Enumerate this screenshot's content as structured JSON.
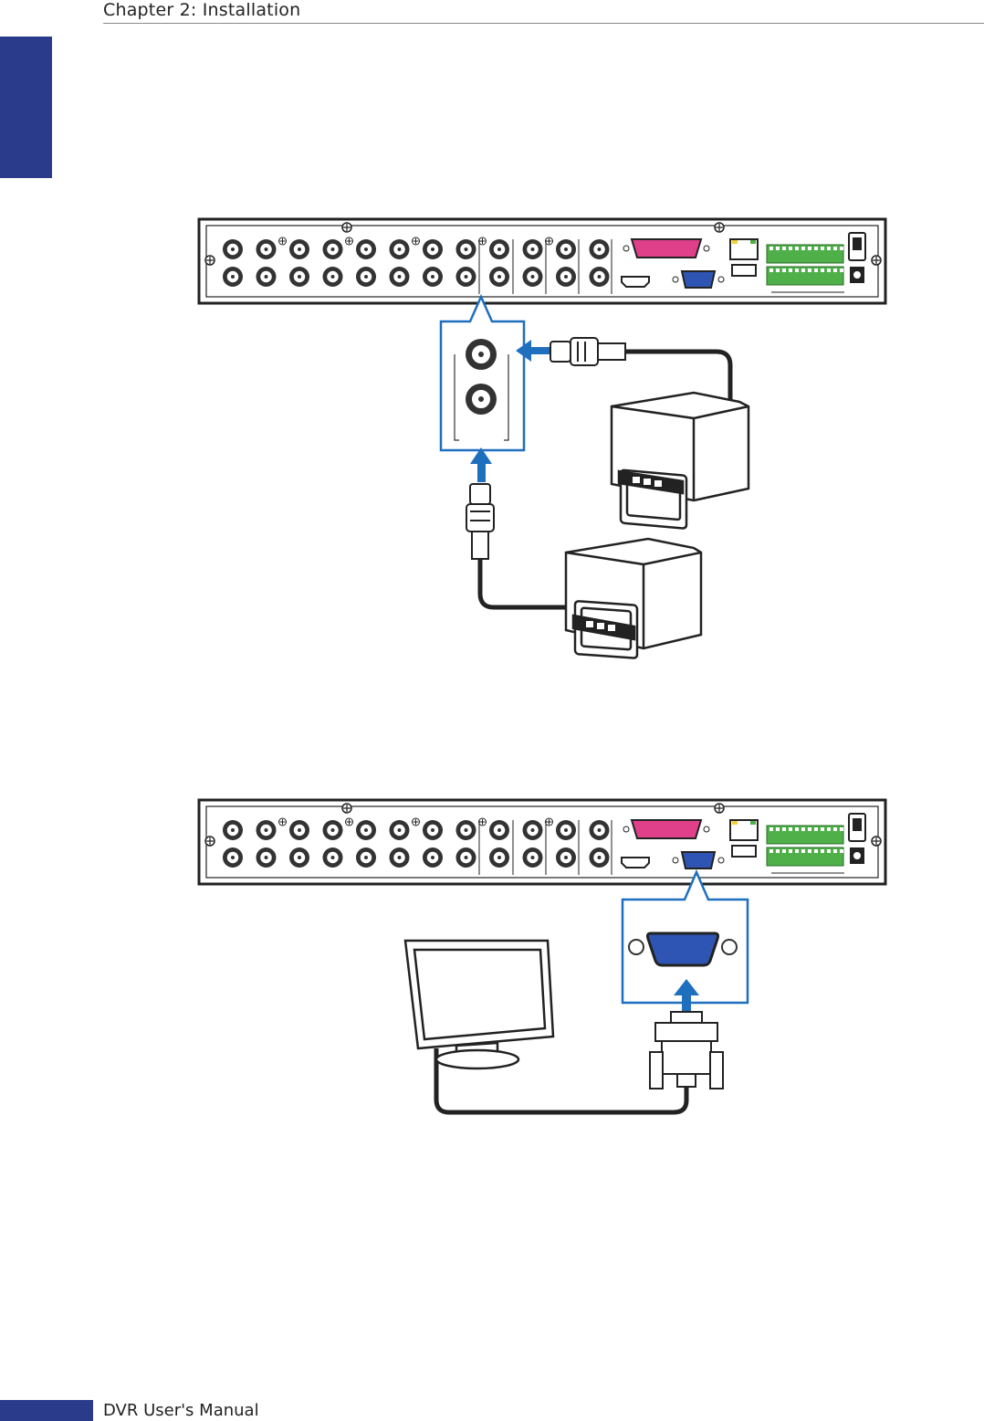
{
  "header": {
    "chapter_title": "Chapter 2: Installation"
  },
  "footer": {
    "manual_title": "DVR User's Manual"
  },
  "colors": {
    "accent_tab": "#2b3b8c",
    "callout_blue": "#1f6fbf",
    "db25_pink": "#e0408a",
    "vga_blue": "#2e55b3",
    "terminal_green": "#4fb04a"
  },
  "figures": [
    {
      "id": "figure-1",
      "subject": "bnc-monitor-connection"
    },
    {
      "id": "figure-2",
      "subject": "vga-monitor-connection"
    }
  ]
}
